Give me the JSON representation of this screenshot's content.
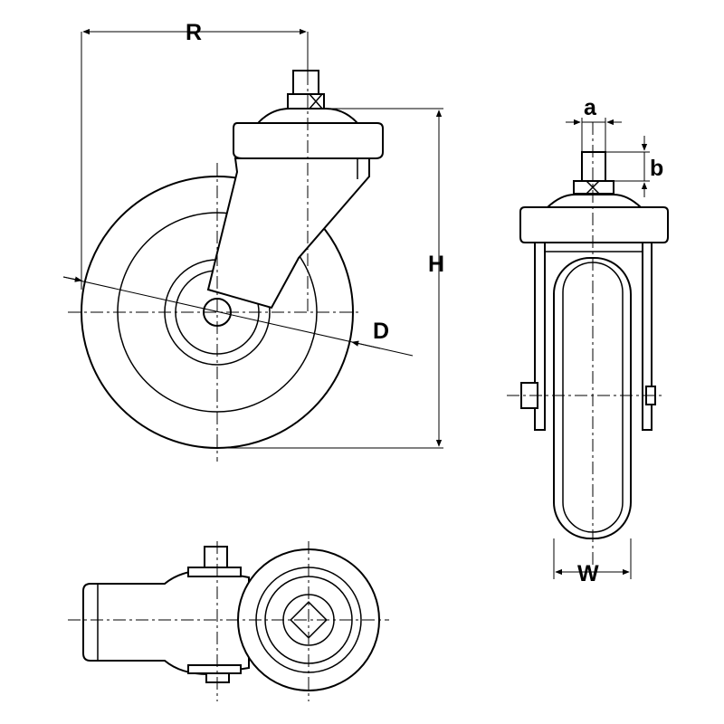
{
  "labels": {
    "R": "R",
    "H": "H",
    "D": "D",
    "a": "a",
    "b": "b",
    "W": "W"
  },
  "colors": {
    "line": "#000000",
    "background": "#ffffff"
  }
}
